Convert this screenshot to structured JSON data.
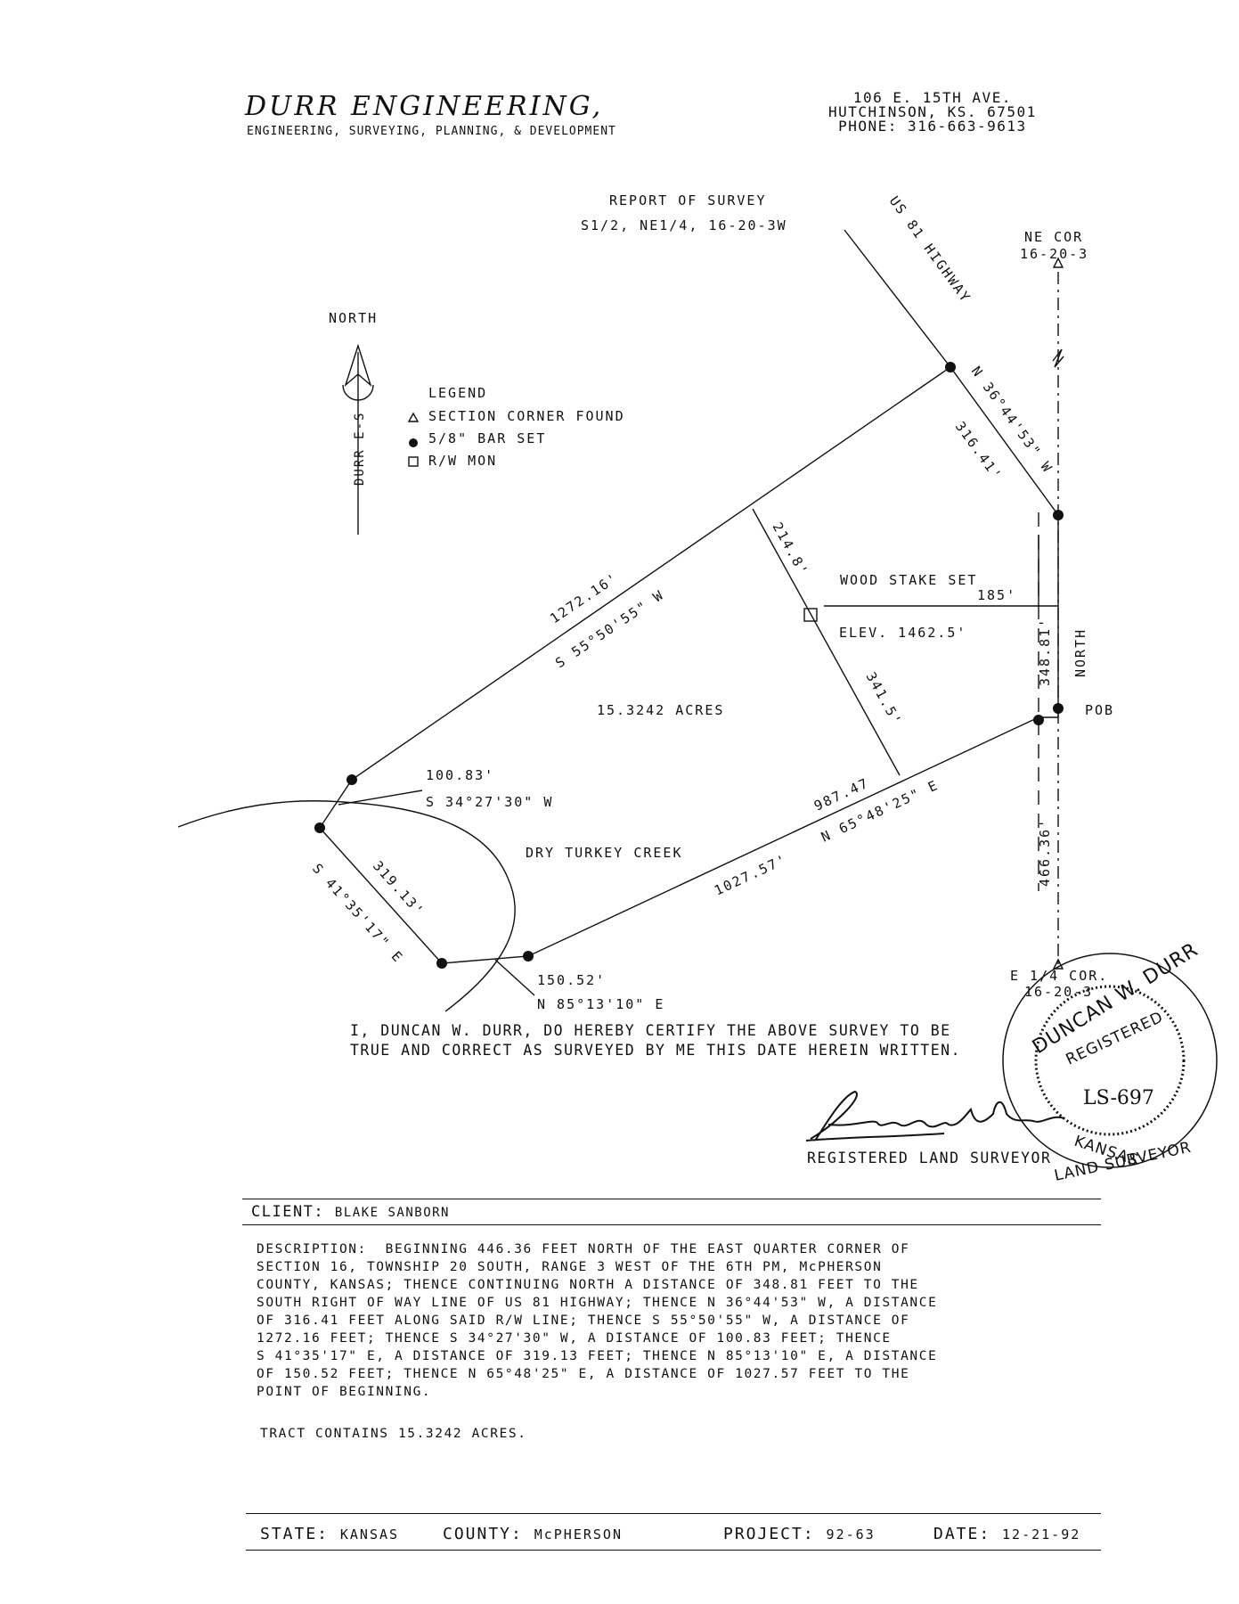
{
  "company": {
    "name": "DURR ENGINEERING,",
    "tagline": "ENGINEERING, SURVEYING, PLANNING, & DEVELOPMENT",
    "address1": "106 E. 15TH AVE.",
    "address2": "HUTCHINSON, KS. 67501",
    "phone": "PHONE: 316-663-9613"
  },
  "report": {
    "title": "REPORT OF SURVEY",
    "location": "S1/2, NE1/4, 16-20-3W"
  },
  "north_arrow": {
    "label": "NORTH",
    "subtext": "DURR E-S"
  },
  "legend": {
    "title": "LEGEND",
    "items": [
      {
        "symbol": "triangle",
        "label": "SECTION CORNER FOUND"
      },
      {
        "symbol": "dot",
        "label": "5/8\" BAR SET"
      },
      {
        "symbol": "square",
        "label": "R/W MON"
      }
    ]
  },
  "plat": {
    "highway": "US 81 HIGHWAY",
    "ne_corner_1": "NE COR",
    "ne_corner_2": "16-20-3",
    "e_quarter_1": "E 1/4 COR.",
    "e_quarter_2": "16-20-3",
    "pob": "POB",
    "north_side": "NORTH",
    "bearing_hwy": "N 36°44'53\" W",
    "dist_hwy": "316.41'",
    "dist_nw_side": "1272.16'",
    "bearing_nw_side": "S 55°50'55\" W",
    "dist_stake": "214.8'",
    "stake_label": "WOOD STAKE SET",
    "dist_185": "185'",
    "elev": "ELEV. 1462.5'",
    "dist_34815": "348.81'",
    "dist_3415": "341.5'",
    "acres": "15.3242 ACRES",
    "dist_10083": "100.83'",
    "bearing_10083": "S 34°27'30\" W",
    "dist_98747": "987.47",
    "bearing_south": "N 65°48'25\" E",
    "creek": "DRY TURKEY CREEK",
    "dist_south": "1027.57'",
    "dist_31913": "319.13'",
    "bearing_31913": "S 41°35'17\" E",
    "dist_466": "466.36'",
    "dist_15052": "150.52'",
    "bearing_15052": "N 85°13'10\" E"
  },
  "certification": {
    "line1": "I, DUNCAN W. DURR, DO HEREBY CERTIFY THE ABOVE SURVEY TO BE",
    "line2": "TRUE AND CORRECT AS SURVEYED BY ME THIS DATE HEREIN WRITTEN.",
    "signature_label": "REGISTERED LAND SURVEYOR"
  },
  "seal": {
    "name": "DUNCAN W. DURR",
    "registered": "REGISTERED",
    "number": "LS-697",
    "state": "KANSAS",
    "title": "LAND SURVEYOR"
  },
  "client": {
    "label": "CLIENT:",
    "value": "BLAKE SANBORN"
  },
  "description": "DESCRIPTION:  BEGINNING 446.36 FEET NORTH OF THE EAST QUARTER CORNER OF\nSECTION 16, TOWNSHIP 20 SOUTH, RANGE 3 WEST OF THE 6TH PM, McPHERSON\nCOUNTY, KANSAS; THENCE CONTINUING NORTH A DISTANCE OF 348.81 FEET TO THE\nSOUTH RIGHT OF WAY LINE OF US 81 HIGHWAY; THENCE N 36°44'53\" W, A DISTANCE\nOF 316.41 FEET ALONG SAID R/W LINE; THENCE S 55°50'55\" W, A DISTANCE OF\n1272.16 FEET; THENCE S 34°27'30\" W, A DISTANCE OF 100.83 FEET; THENCE\nS 41°35'17\" E, A DISTANCE OF 319.13 FEET; THENCE N 85°13'10\" E, A DISTANCE\nOF 150.52 FEET; THENCE N 65°48'25\" E, A DISTANCE OF 1027.57 FEET TO THE\nPOINT OF BEGINNING.",
  "tract": "TRACT CONTAINS 15.3242 ACRES.",
  "footer": {
    "state_label": "STATE:",
    "state_value": "KANSAS",
    "county_label": "COUNTY:",
    "county_value": "McPHERSON",
    "project_label": "PROJECT:",
    "project_value": "92-63",
    "date_label": "DATE:",
    "date_value": "12-21-92"
  }
}
